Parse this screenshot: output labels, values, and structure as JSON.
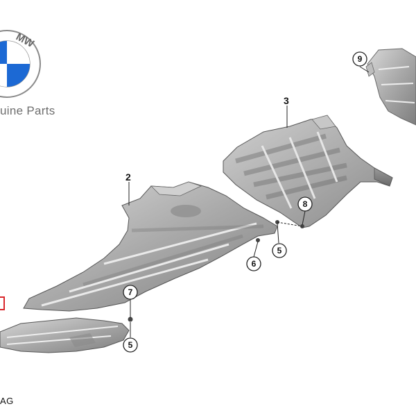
{
  "brand": {
    "logo_icon": "bmw-roundel-icon",
    "logo_letters": "MW",
    "tagline": "uine Parts",
    "accent_color": "#1c69d4"
  },
  "footer": {
    "code": "AG"
  },
  "parts": [
    {
      "id": "part-2",
      "label": "2"
    },
    {
      "id": "part-3",
      "label": "3"
    }
  ],
  "callouts": [
    {
      "id": "callout-9",
      "label": "9"
    },
    {
      "id": "callout-8",
      "label": "8"
    },
    {
      "id": "callout-5-right",
      "label": "5"
    },
    {
      "id": "callout-6",
      "label": "6"
    },
    {
      "id": "callout-7",
      "label": "7"
    },
    {
      "id": "callout-5-lower",
      "label": "5"
    }
  ]
}
